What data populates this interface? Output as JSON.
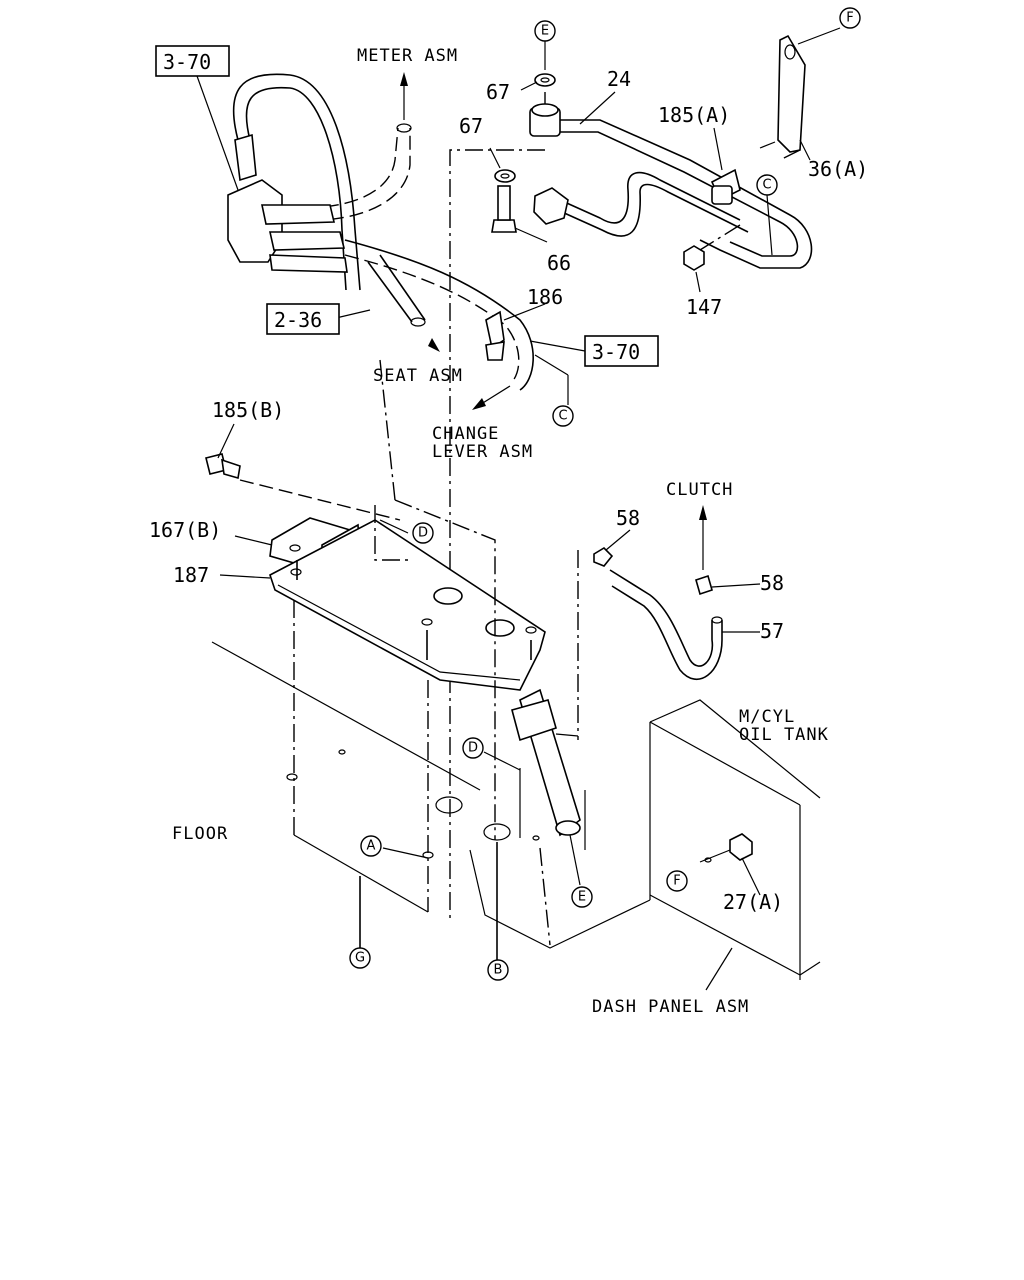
{
  "boxed_refs": {
    "ref_3_70_top": "3-70",
    "ref_2_36": "2-36",
    "ref_3_70_right": "3-70"
  },
  "part_numbers": {
    "p67_top": "67",
    "p67_mid": "67",
    "p24": "24",
    "p185a": "185(A)",
    "p36a": "36(A)",
    "p66": "66",
    "p147": "147",
    "p186": "186",
    "p185b": "185(B)",
    "p167b": "167(B)",
    "p187": "187",
    "p58_left": "58",
    "p58_right": "58",
    "p57": "57",
    "p27a": "27(A)"
  },
  "callouts": {
    "e_top": "E",
    "f_top": "F",
    "c_upper": "C",
    "c_lower": "C",
    "d_plate": "D",
    "d_floor": "D",
    "a_floor": "A",
    "e_floor": "E",
    "f_tank": "F",
    "g_floor": "G",
    "b_floor": "B"
  },
  "assembly_labels": {
    "meter": "METER ASM",
    "seat": "SEAT ASM",
    "change_lever_1": "CHANGE",
    "change_lever_2": "LEVER ASM",
    "clutch": "CLUTCH",
    "mcyl_1": "M/CYL",
    "mcyl_2": "OIL TANK",
    "floor": "FLOOR",
    "dash": "DASH PANEL ASM"
  },
  "icons": [
    "boxed-reference",
    "circled-callout",
    "direction-arrow"
  ]
}
